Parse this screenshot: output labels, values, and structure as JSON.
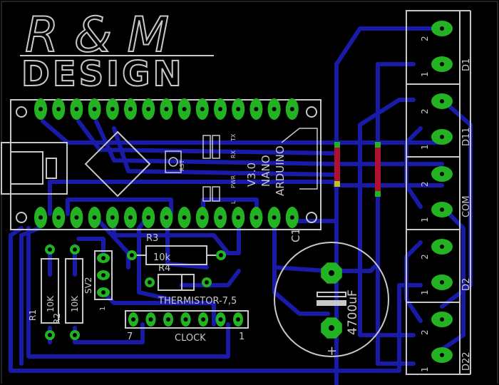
{
  "logo": {
    "line1": "R & M",
    "line2": "DESIGN"
  },
  "arduino": {
    "version": "V3.0",
    "model": "NANO",
    "brand": "ARDUINO",
    "leds": [
      "L",
      "PWR",
      "RX",
      "TX"
    ],
    "reset": "RST"
  },
  "components": {
    "r1": "R1",
    "r2": "R2",
    "r1_value": "10K",
    "r2_value": "10K",
    "r3": "R3",
    "r3_value": "10k",
    "r4": "R4",
    "thermistor": "THERMISTOR-7,5",
    "sv2": "SV2",
    "sv2_pin1": "1",
    "c1": "C1",
    "c1_value": "4700uF",
    "clock": "CLOCK",
    "clock_pin_left": "7",
    "clock_pin_right": "1"
  },
  "terminals": [
    {
      "name": "D1",
      "pin1": "1",
      "pin2": "2"
    },
    {
      "name": "D11",
      "pin1": "1",
      "pin2": "2"
    },
    {
      "name": "COM",
      "pin1": "1",
      "pin2": "2"
    },
    {
      "name": "D2",
      "pin1": "1",
      "pin2": "2"
    },
    {
      "name": "D22",
      "pin1": "1",
      "pin2": "2"
    }
  ],
  "colors": {
    "background": "#000000",
    "trace": "#1a1aa8",
    "pad": "#22b222",
    "silkscreen": "#c8c8c8",
    "jumper": "#b01030"
  }
}
